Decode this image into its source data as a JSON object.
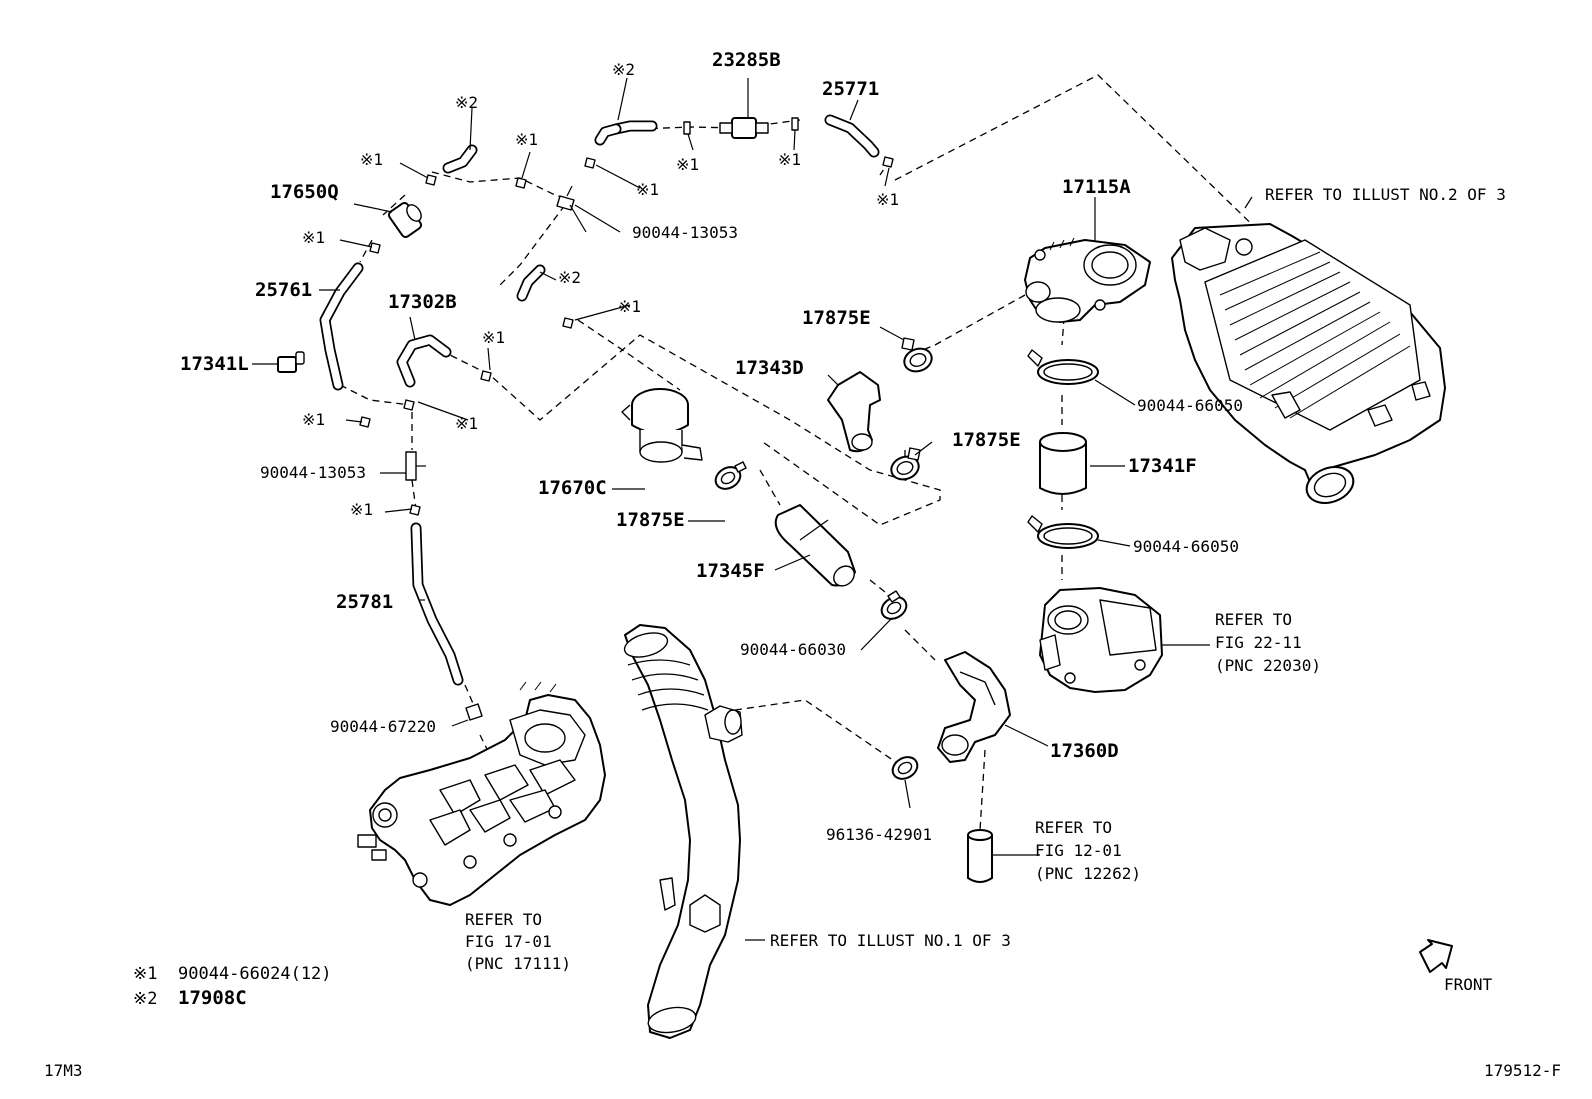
{
  "diagram": {
    "part_labels": {
      "p23285B": "23285B",
      "p25771": "25771",
      "p17650Q": "17650Q",
      "p25761": "25761",
      "p17341L": "17341L",
      "p17302B": "17302B",
      "p90044_13053_a": "90044-13053",
      "p90044_13053_b": "90044-13053",
      "p17670C": "17670C",
      "p17875E_a": "17875E",
      "p17875E_b": "17875E",
      "p17875E_c": "17875E",
      "p17343D": "17343D",
      "p17115A": "17115A",
      "p90044_66050_a": "90044-66050",
      "p90044_66050_b": "90044-66050",
      "p17341F": "17341F",
      "p17345F": "17345F",
      "p90044_66030": "90044-66030",
      "p25781": "25781",
      "p90044_67220": "90044-67220",
      "p17360D": "17360D",
      "p96136_42901": "96136-42901"
    },
    "marks": {
      "m1": "※1",
      "m2": "※2"
    },
    "references": {
      "illust2": "REFER TO ILLUST NO.2 OF 3",
      "illust1": "REFER TO ILLUST NO.1 OF 3",
      "fig2211": [
        "REFER TO",
        "FIG 22-11",
        "(PNC 22030)"
      ],
      "fig1201": [
        "REFER TO",
        "FIG 12-01",
        "(PNC 12262)"
      ],
      "fig1701": [
        "REFER TO",
        "FIG 17-01",
        "(PNC 17111)"
      ]
    },
    "legend": {
      "row1_mark": "※1",
      "row1_text": "90044-66024(12)",
      "row2_mark": "※2",
      "row2_text": "17908C"
    },
    "front_label": "FRONT",
    "footer_left": "17M3",
    "footer_right": "179512-F"
  }
}
